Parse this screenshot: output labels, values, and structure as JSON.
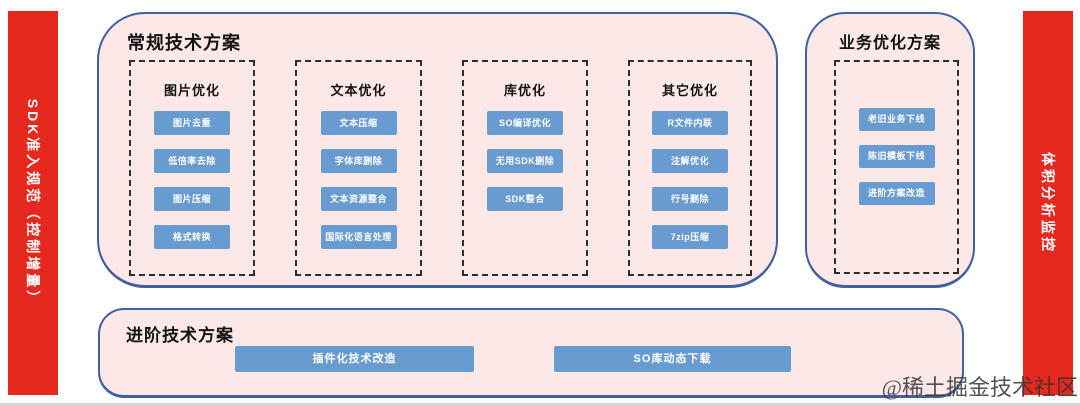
{
  "colors": {
    "bar_red": "#e5291f",
    "panel_pink": "#fbe8e7",
    "panel_border_blue": "#41619e",
    "node_blue": "#689bd0"
  },
  "left_bar": {
    "label": "SDK准入规范（控制增量）"
  },
  "right_bar": {
    "label": "体积分析监控"
  },
  "main_panel": {
    "title": "常规技术方案",
    "groups": [
      {
        "title": "图片优化",
        "items": [
          "图片去重",
          "低倍率去除",
          "图片压缩",
          "格式转换"
        ]
      },
      {
        "title": "文本优化",
        "items": [
          "文本压缩",
          "字体库删除",
          "文本资源整合",
          "国际化语言处理"
        ]
      },
      {
        "title": "库优化",
        "items": [
          "SO编译优化",
          "无用SDK删除",
          "SDK整合"
        ]
      },
      {
        "title": "其它优化",
        "items": [
          "R文件内联",
          "注解优化",
          "行号删除",
          "7zip压缩"
        ]
      }
    ]
  },
  "business_panel": {
    "title": "业务优化方案",
    "items": [
      "老旧业务下线",
      "陈旧模板下线",
      "进阶方案改造"
    ]
  },
  "advanced_panel": {
    "title": "进阶技术方案",
    "items": [
      "插件化技术改造",
      "SO库动态下载"
    ]
  },
  "watermark": "@稀土掘金技术社区"
}
